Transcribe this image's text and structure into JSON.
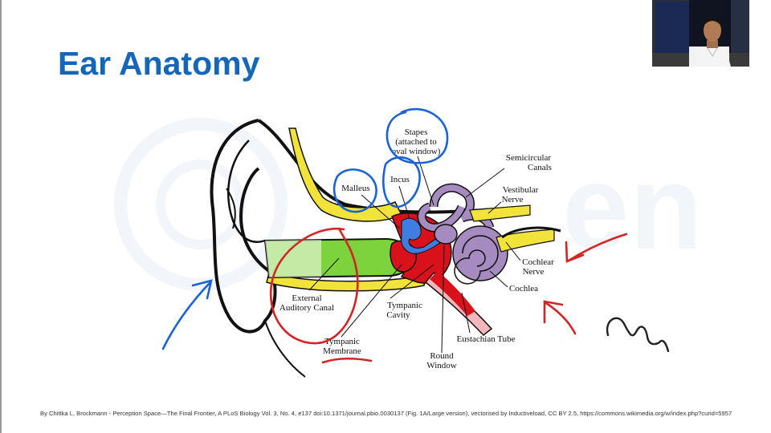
{
  "slide": {
    "title": "Ear Anatomy",
    "watermark_text": "en"
  },
  "diagram": {
    "labels": {
      "stapes": [
        "Stapes",
        "(attached to",
        "oval window)"
      ],
      "semicircular_canals": [
        "Semicircular",
        "Canals"
      ],
      "incus": "Incus",
      "malleus": "Malleus",
      "vestibular_nerve": [
        "Vestibular",
        "Nerve"
      ],
      "cochlear_nerve": [
        "Cochlear",
        "Nerve"
      ],
      "cochlea": "Cochlea",
      "external_auditory_canal": [
        "External",
        "Auditory Canal"
      ],
      "tympanic_cavity": [
        "Tympanic",
        "Cavity"
      ],
      "eustachian_tube": "Eustachian Tube",
      "tympanic_membrane": [
        "Tympanic",
        "Membrane"
      ],
      "round_window": [
        "Round",
        "Window"
      ]
    },
    "colors": {
      "outer_canal_green": "#7dd33b",
      "middle_ear_red": "#d8111a",
      "inner_ear_purple": "#a58bc0",
      "nerve_yellow": "#f2e33a",
      "annotation_blue": "#1a63d6",
      "annotation_red": "#d42424"
    }
  },
  "credit": "By Chittka L, Brockmann - Perception Space—The Final Frontier, A PLoS Biology Vol. 3, No. 4, e137 doi:10.1371/journal.pbio.0030137 (Fig. 1A/Large version), vectorised by Inductiveload, CC BY 2.5, https://commons.wikimedia.org/w/index.php?curid=5957"
}
